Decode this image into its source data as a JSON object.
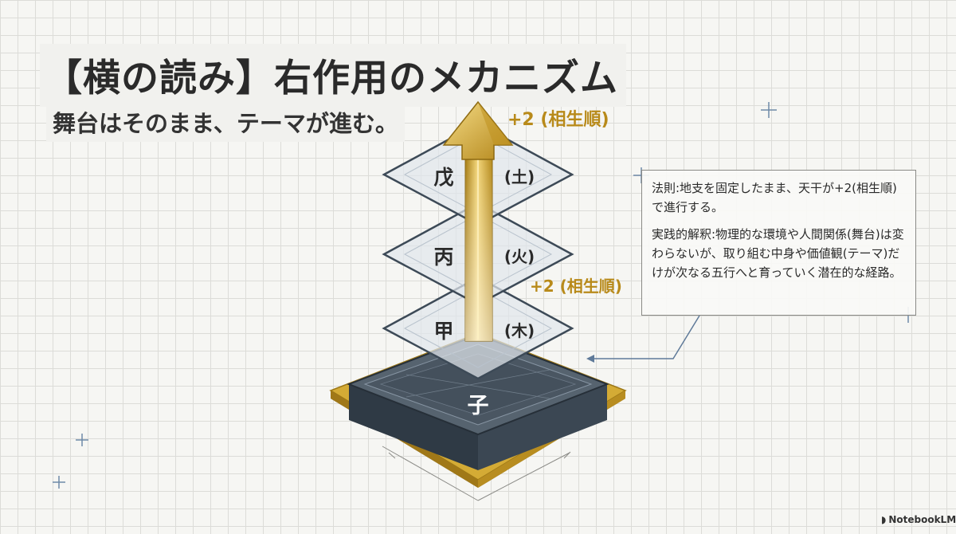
{
  "title": "【横の読み】右作用のメカニズム",
  "subtitle": "舞台はそのまま、テーマが進む。",
  "layers": [
    {
      "stem": "戊",
      "element": "(土)"
    },
    {
      "stem": "丙",
      "element": "(火)"
    },
    {
      "stem": "甲",
      "element": "(木)"
    }
  ],
  "base": {
    "branch": "子"
  },
  "steps": {
    "top": "+2 (相生順)",
    "middle": "+2 (相生順)"
  },
  "info": {
    "rule": "法則:地支を固定したまま、天干が+2(相生順)で進行する。",
    "interpretation": "実践的解釈:物理的な環境や人間関係(舞台)は変わらないが、取り組む中身や価値観(テーマ)だけが次なる五行へと育っていく潜在的な経路。"
  },
  "brand": "NotebookLM",
  "colors": {
    "gold": "#c9a227",
    "slate": "#44505c",
    "text": "#2b2b2b",
    "arrow_blue": "#5f7a99"
  }
}
